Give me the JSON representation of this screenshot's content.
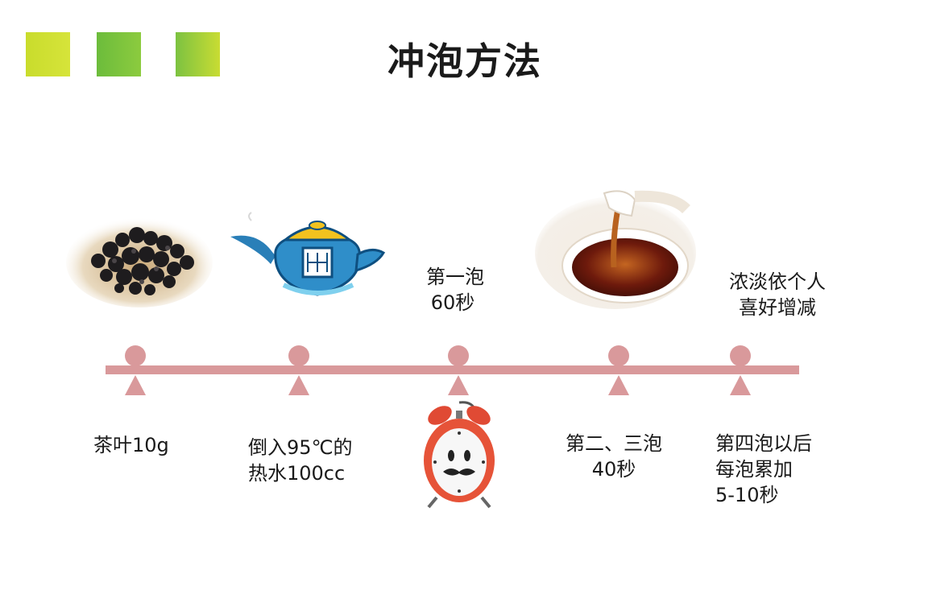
{
  "header": {
    "title": "冲泡方法"
  },
  "steps": [
    {
      "lines": [
        "茶叶10g"
      ]
    },
    {
      "lines": [
        "倒入95℃的",
        "热水100cc"
      ]
    },
    {
      "lines": [
        "第一泡",
        "60秒"
      ]
    },
    {
      "lines": [
        "第二、三泡",
        "40秒"
      ]
    },
    {
      "lines": [
        "第四泡以后",
        "每泡累加",
        "5-10秒"
      ]
    },
    {
      "lines": [
        "浓淡依个人",
        "喜好增减"
      ]
    }
  ],
  "colors": {
    "accent_bar": "#d9999b",
    "green1": "#c9dc2c",
    "green2": "#6cbc3c",
    "green3": "#7cc241"
  },
  "icons": [
    "tea-leaves-image",
    "teapot-icon",
    "alarm-clock-icon",
    "tea-cup-image"
  ]
}
